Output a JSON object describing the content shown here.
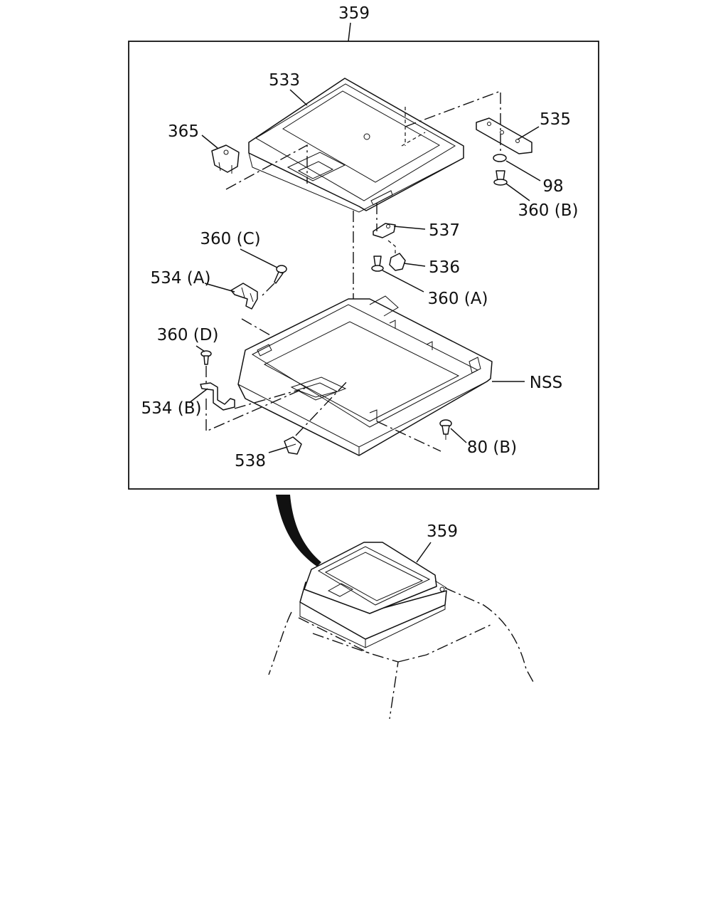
{
  "labels": {
    "assembly": "359",
    "upper_lid": "533",
    "clip_365": "365",
    "hinge_535": "535",
    "washer_98": "98",
    "screw_360b": "360 (B)",
    "bracket_537": "537",
    "clip_536": "536",
    "screw_360a": "360 (A)",
    "screw_360c": "360 (C)",
    "bracket_534a": "534 (A)",
    "screw_360d": "360 (D)",
    "bracket_534b": "534 (B)",
    "nss": "NSS",
    "clip_538": "538",
    "screw_80b": "80 (B)",
    "installed_assembly": "359"
  }
}
